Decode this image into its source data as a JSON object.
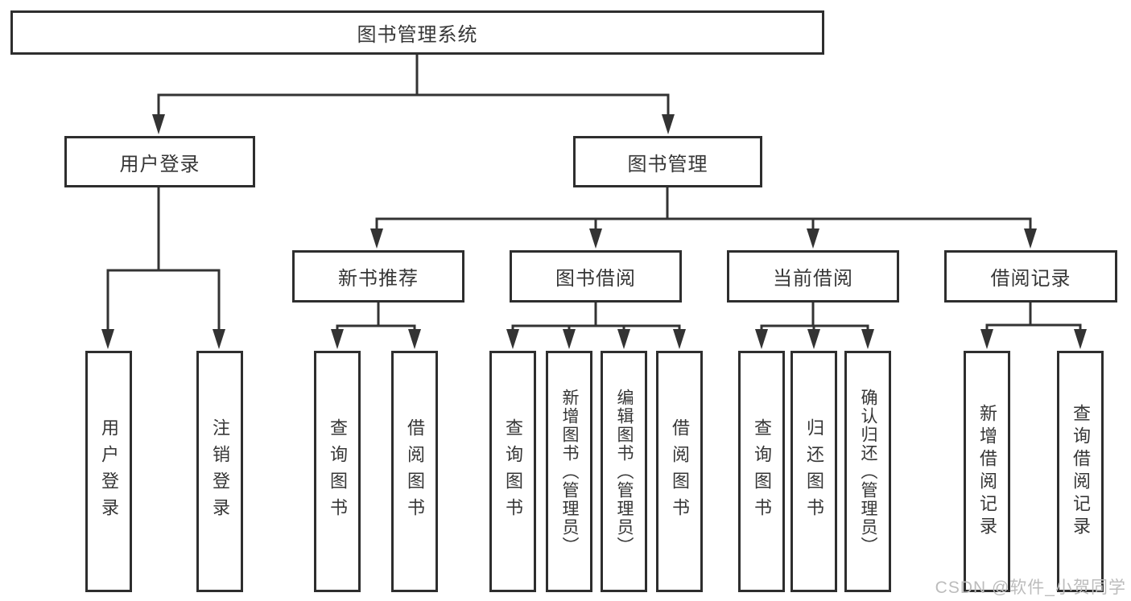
{
  "diagram": {
    "root": {
      "label": "图书管理系统"
    },
    "level2": {
      "user_login": {
        "label": "用户登录"
      },
      "book_management": {
        "label": "图书管理"
      }
    },
    "level3": {
      "new_book_recommend": {
        "label": "新书推荐"
      },
      "book_borrowing": {
        "label": "图书借阅"
      },
      "current_borrowing": {
        "label": "当前借阅"
      },
      "borrowing_records": {
        "label": "借阅记录"
      }
    },
    "leaves": {
      "user_login": {
        "label": "用户登录"
      },
      "logout": {
        "label": "注销登录"
      },
      "recommend_query_books": {
        "label": "查询图书"
      },
      "recommend_borrow_books": {
        "label": "借阅图书"
      },
      "borrowing_query_books": {
        "label": "查询图书"
      },
      "add_books_admin": {
        "label": "新增图书（管理员）"
      },
      "edit_books_admin": {
        "label": "编辑图书（管理员）"
      },
      "borrowing_borrow_books": {
        "label": "借阅图书"
      },
      "current_query_books": {
        "label": "查询图书"
      },
      "return_books": {
        "label": "归还图书"
      },
      "confirm_return_admin": {
        "label": "确认归还（管理员）"
      },
      "add_borrow_record": {
        "label": "新增借阅记录"
      },
      "query_borrow_record": {
        "label": "查询借阅记录"
      }
    },
    "colors": {
      "line": "#333333",
      "node_border": "#2e2e2e",
      "node_text": "#363636",
      "watermark_text": "#bcbcbc"
    }
  },
  "watermark": {
    "text": "CSDN @软件_小贺同学"
  }
}
